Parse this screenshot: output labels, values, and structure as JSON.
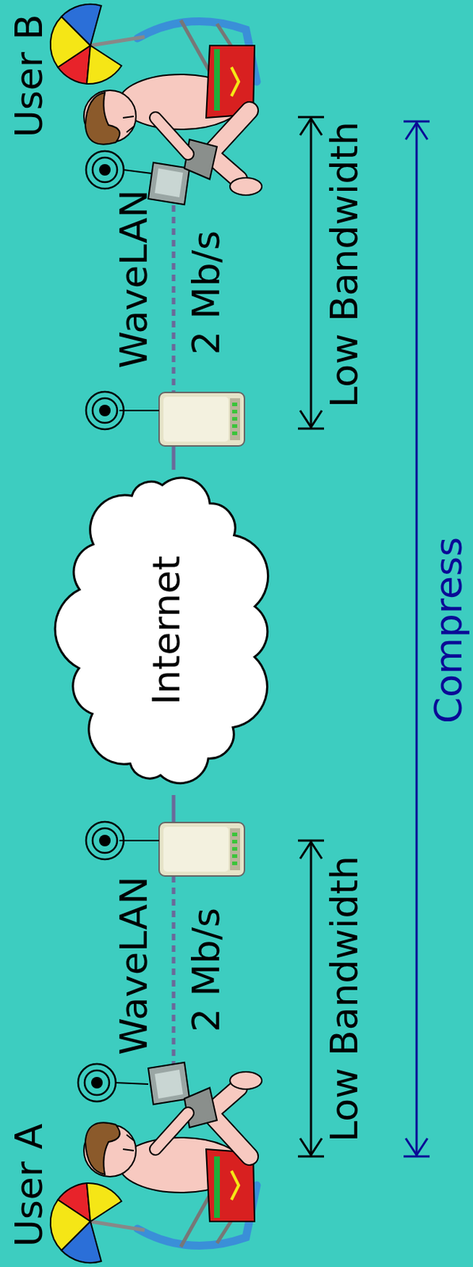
{
  "diagram": {
    "nodes": [
      {
        "text": [
          "Internet"
        ]
      }
    ],
    "labels": [
      "User A",
      "WaveLAN",
      "2 Mb/s",
      "Low Bandwidth",
      "Compress",
      "WaveLAN",
      "2 Mb/s",
      "Low Bandwidth",
      "User B"
    ]
  }
}
